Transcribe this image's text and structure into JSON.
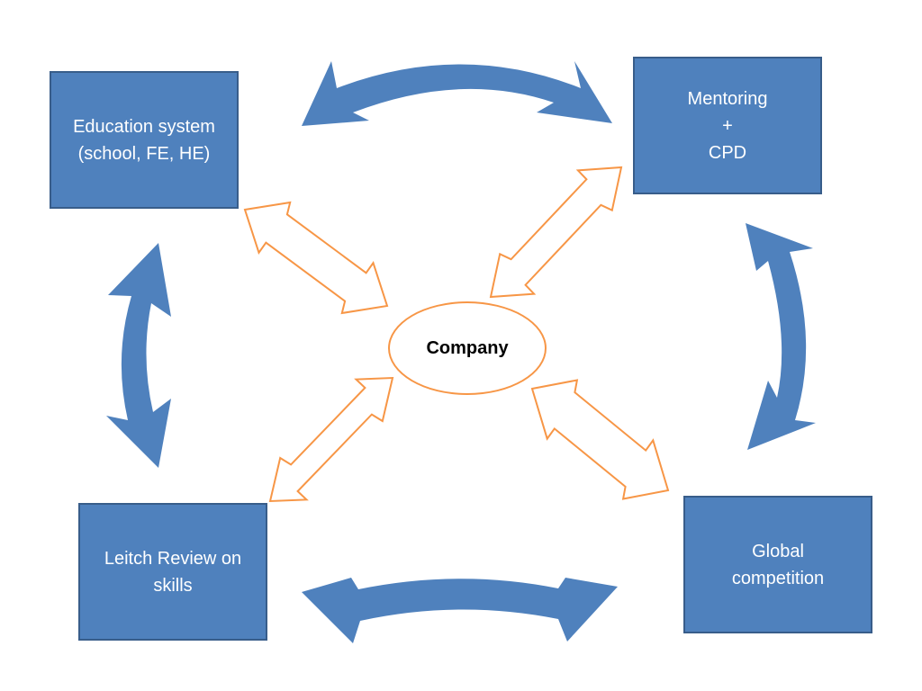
{
  "diagram": {
    "center": {
      "label": "Company"
    },
    "boxes": {
      "education": {
        "lines": [
          "Education system",
          "(school, FE, HE)"
        ]
      },
      "mentoring": {
        "lines": [
          "Mentoring",
          "+",
          "CPD"
        ]
      },
      "leitch": {
        "lines": [
          "Leitch Review on",
          "skills"
        ]
      },
      "global": {
        "lines": [
          "Global",
          "competition"
        ]
      }
    },
    "colors": {
      "box_fill": "#4f81bd",
      "box_border": "#385d8a",
      "curved_arrow": "#4f81bd",
      "center_outline": "#f79646",
      "box_text": "#ffffff",
      "center_text": "#000000"
    }
  }
}
